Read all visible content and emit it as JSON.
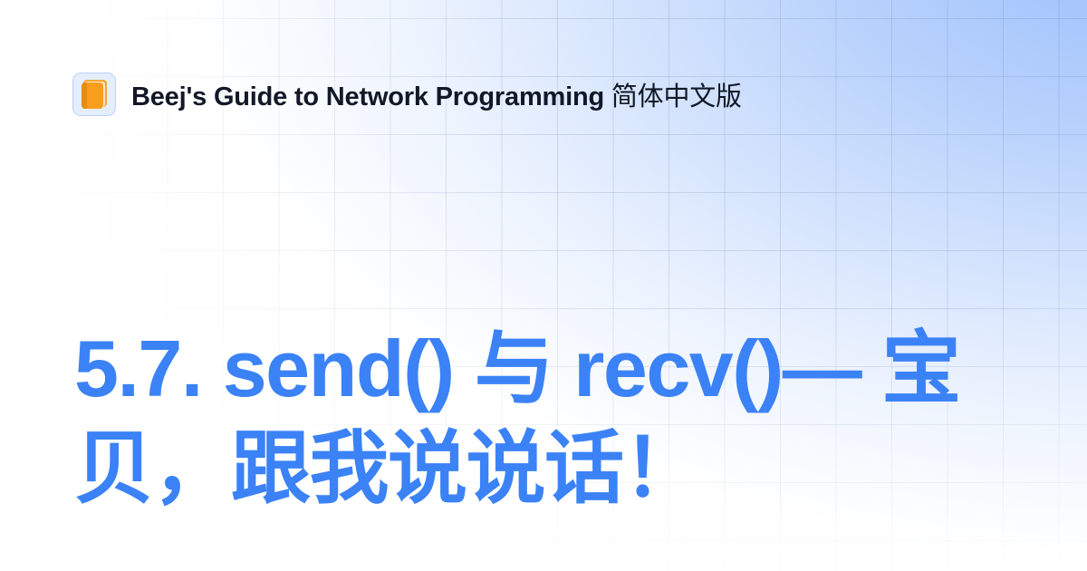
{
  "colors": {
    "accent": "#3b82f6",
    "title_text": "#111827",
    "gradient_corner": "#9cbffd",
    "icon_box_bg": "#e4eefd",
    "icon_box_border": "#bcd3f7",
    "book_orange": "#f89d1c"
  },
  "header": {
    "icon": "orange-book-icon",
    "site_title_en": "Beej's Guide to Network Programming",
    "site_title_cn": "简体中文版"
  },
  "main": {
    "page_title": "5.7. send() 与 recv()— 宝贝，跟我说说话！"
  }
}
